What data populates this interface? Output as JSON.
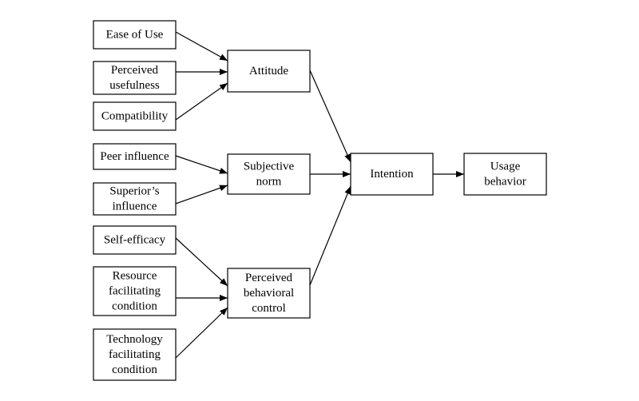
{
  "diagram": {
    "nodes": {
      "ease_of_use": {
        "lines": [
          "Ease of Use"
        ]
      },
      "perceived_usefulness": {
        "lines": [
          "Perceived",
          "usefulness"
        ]
      },
      "compatibility": {
        "lines": [
          "Compatibility"
        ]
      },
      "peer_influence": {
        "lines": [
          "Peer influence"
        ]
      },
      "superiors_influence": {
        "lines": [
          "Superior’s",
          "influence"
        ]
      },
      "self_efficacy": {
        "lines": [
          "Self-efficacy"
        ]
      },
      "resource_facilitating": {
        "lines": [
          "Resource",
          "facilitating",
          "condition"
        ]
      },
      "technology_facilitating": {
        "lines": [
          "Technology",
          "facilitating",
          "condition"
        ]
      },
      "attitude": {
        "lines": [
          "Attitude"
        ]
      },
      "subjective_norm": {
        "lines": [
          "Subjective",
          "norm"
        ]
      },
      "perceived_behavioral_control": {
        "lines": [
          "Perceived",
          "behavioral",
          "control"
        ]
      },
      "intention": {
        "lines": [
          "Intention"
        ]
      },
      "usage_behavior": {
        "lines": [
          "Usage",
          "behavior"
        ]
      }
    },
    "edges": [
      {
        "from": "ease_of_use",
        "to": "attitude"
      },
      {
        "from": "perceived_usefulness",
        "to": "attitude"
      },
      {
        "from": "compatibility",
        "to": "attitude"
      },
      {
        "from": "peer_influence",
        "to": "subjective_norm"
      },
      {
        "from": "superiors_influence",
        "to": "subjective_norm"
      },
      {
        "from": "self_efficacy",
        "to": "perceived_behavioral_control"
      },
      {
        "from": "resource_facilitating",
        "to": "perceived_behavioral_control"
      },
      {
        "from": "technology_facilitating",
        "to": "perceived_behavioral_control"
      },
      {
        "from": "attitude",
        "to": "intention"
      },
      {
        "from": "subjective_norm",
        "to": "intention"
      },
      {
        "from": "perceived_behavioral_control",
        "to": "intention"
      },
      {
        "from": "intention",
        "to": "usage_behavior"
      }
    ]
  }
}
